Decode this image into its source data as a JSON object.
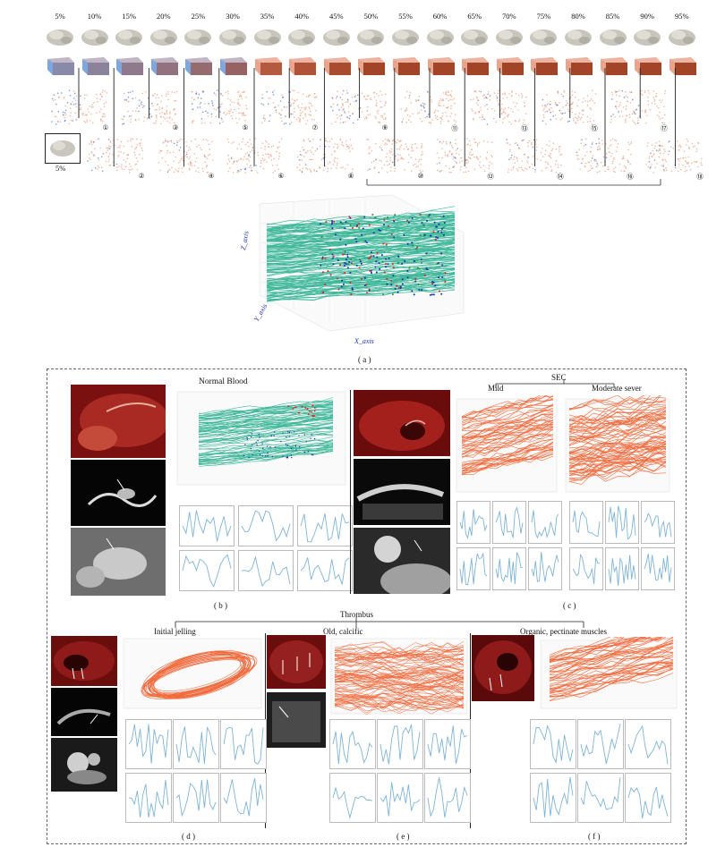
{
  "percentages": [
    "5%",
    "10%",
    "15%",
    "20%",
    "25%",
    "30%",
    "35%",
    "40%",
    "45%",
    "50%",
    "55%",
    "60%",
    "65%",
    "70%",
    "75%",
    "80%",
    "85%",
    "90%",
    "95%"
  ],
  "row3_numbers": [
    "①",
    "③",
    "⑤",
    "⑦",
    "⑨",
    "⑪",
    "⑬",
    "⑮",
    "⑰"
  ],
  "row4_numbers": [
    "②",
    "④",
    "⑥",
    "⑧",
    "⑩",
    "⑫",
    "⑭",
    "⑯",
    "⑱"
  ],
  "inset_label": "5%",
  "axes": {
    "x": "X_axis",
    "y": "Y_axis",
    "z": "Z_axis"
  },
  "panel_labels": {
    "a": "( a )",
    "b": "( b )",
    "c": "( c )",
    "d": "( d )",
    "e": "( e )",
    "f": "( f )"
  },
  "headings": {
    "normal_blood": "Normal Blood",
    "sec": "SEC",
    "mild": "Mild",
    "moderate": "Moderate sever",
    "thrombus": "Thrombus",
    "initial": "Initial jelling",
    "old": "Old, calcific",
    "organic": "Organic, pectinate muscles"
  },
  "colors": {
    "trajectory_green": "#3fb89a",
    "trajectory_orange": "#f06a3c",
    "heart_red": "#8e1a1a",
    "line_blue": "#7fb4d8"
  }
}
